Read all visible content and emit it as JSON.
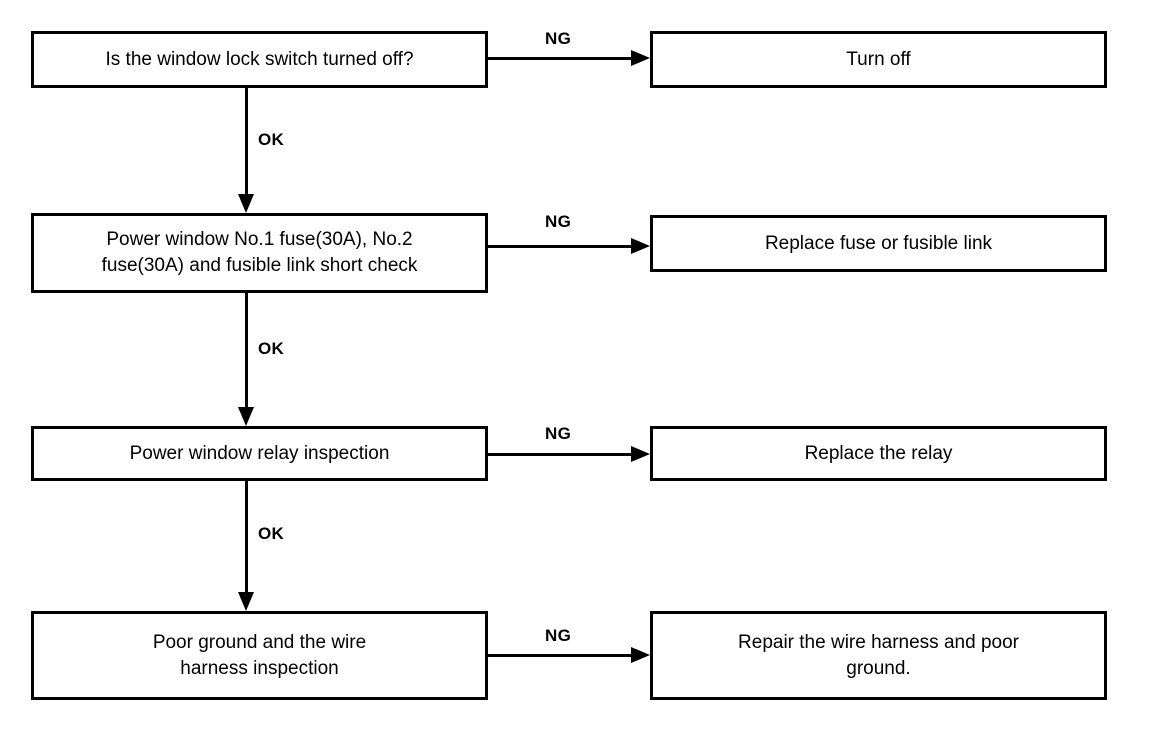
{
  "diagram": {
    "type": "troubleshooting-flowchart",
    "title": "",
    "columns": {
      "left_header": "",
      "right_header": ""
    },
    "steps": [
      {
        "id": "step-1",
        "check": "Is the window lock switch turned off?",
        "ng_label": "NG",
        "ng_action": "Turn off",
        "ok_label": "OK"
      },
      {
        "id": "step-2",
        "check": "Power window No.1 fuse(30A), No.2\nfuse(30A) and fusible link short check",
        "ng_label": "NG",
        "ng_action": "Replace fuse or fusible link",
        "ok_label": "OK"
      },
      {
        "id": "step-3",
        "check": "Power window relay inspection",
        "ng_label": "NG",
        "ng_action": "Replace the relay",
        "ok_label": "OK"
      },
      {
        "id": "step-4",
        "check": "Poor ground and the wire\nharness inspection",
        "ng_label": "NG",
        "ng_action": "Repair the wire harness and poor\nground.",
        "ok_label": ""
      }
    ],
    "colors": {
      "background": "#ffffff",
      "stroke": "#000000",
      "text": "#000000"
    }
  }
}
